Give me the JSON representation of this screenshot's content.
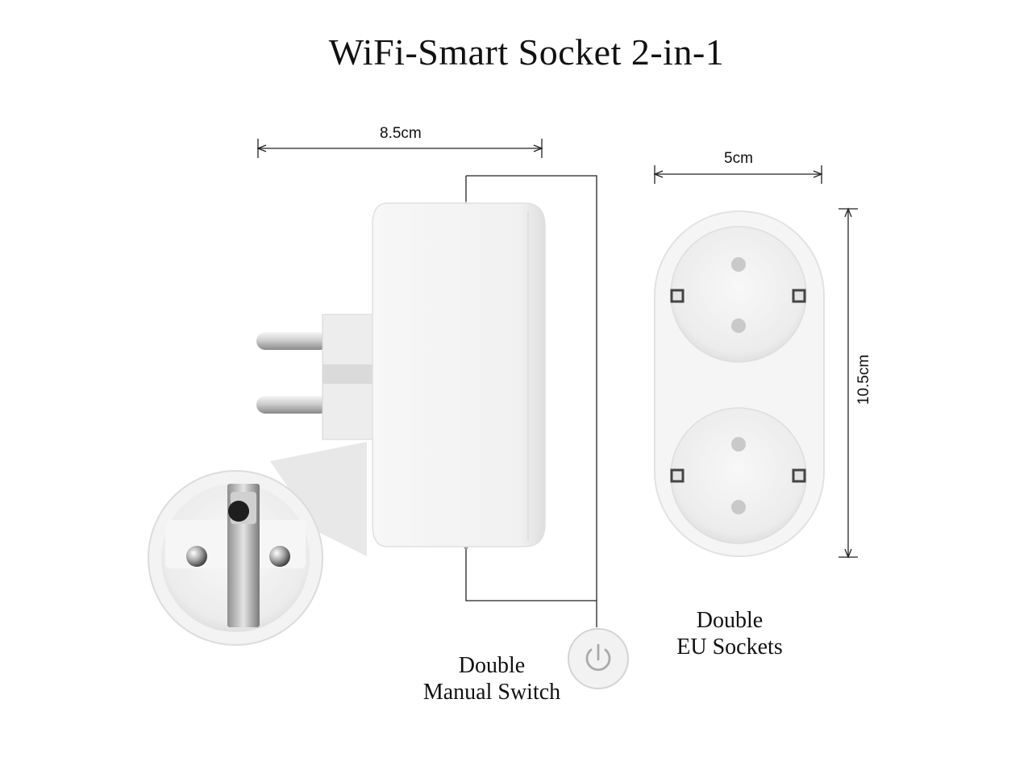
{
  "title": "WiFi-Smart Socket 2-in-1",
  "dimensions": {
    "width_side": "8.5cm",
    "width_front": "5cm",
    "height_front": "10.5cm"
  },
  "captions": {
    "switch_line1": "Double",
    "switch_line2": "Manual Switch",
    "sockets_line1": "Double",
    "sockets_line2": "EU Sockets"
  },
  "icons": {
    "power": "power-icon"
  },
  "colors": {
    "body": "#f3f3f3",
    "outline": "#dcdcdc",
    "line": "#222222"
  }
}
